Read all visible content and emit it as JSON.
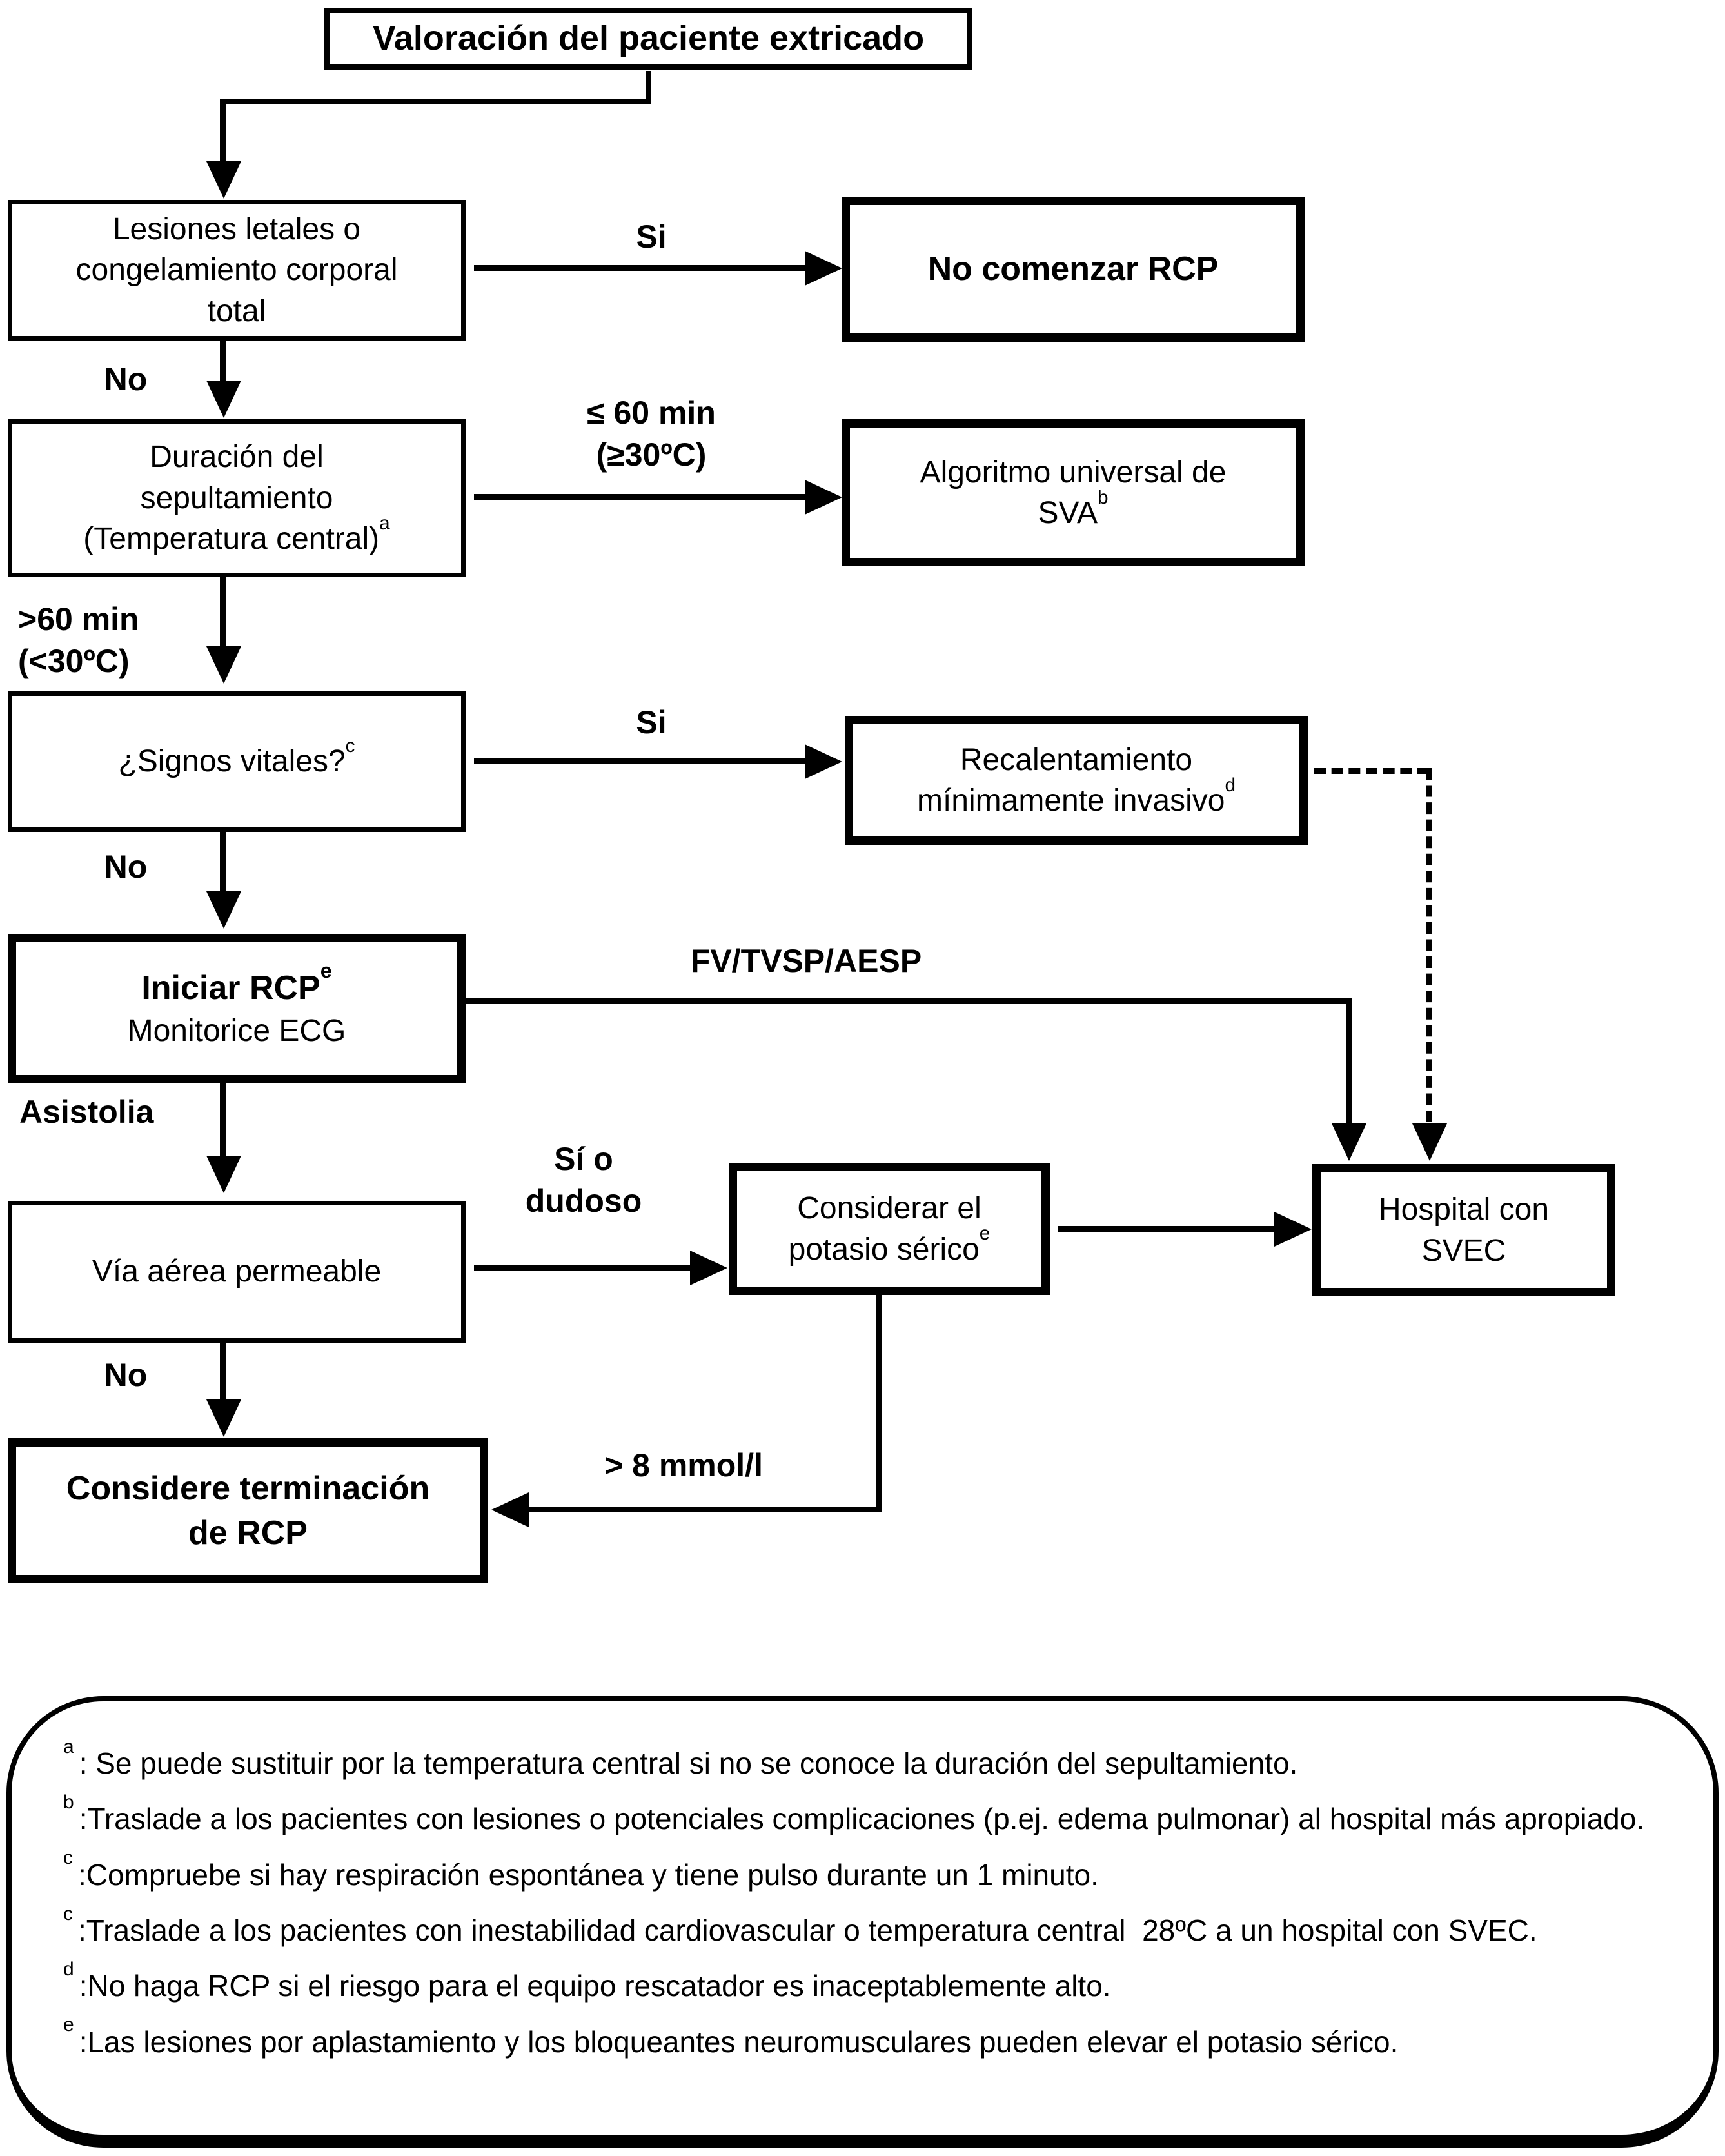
{
  "colors": {
    "ink": "#000000",
    "paper": "#ffffff"
  },
  "flow": {
    "title": {
      "text": "Valoración del paciente extricado"
    },
    "lesiones": {
      "text": "Lesiones letales o\ncongelamiento corporal\ntotal"
    },
    "no_comenzar": {
      "text": "No comenzar RCP"
    },
    "duracion": {
      "line1": "Duración del",
      "line2": "sepultamiento",
      "line3": "(Temperatura central)",
      "sup": "a"
    },
    "algoritmo": {
      "line1": "Algoritmo universal de",
      "line2": "SVA",
      "sup": "b"
    },
    "signos": {
      "text": "¿Signos vitales?",
      "sup": "c"
    },
    "recalentamiento": {
      "line1": "Recalentamiento",
      "line2": "mínimamente invasivo",
      "sup": "d"
    },
    "iniciar": {
      "line1": "Iniciar RCP",
      "sup": "e",
      "line2": "Monitorice ECG"
    },
    "via": {
      "text": "Vía aérea permeable"
    },
    "potasio": {
      "line1": "Considerar el",
      "line2": "potasio sérico",
      "sup": "e"
    },
    "hospital": {
      "text": "Hospital con\nSVEC"
    },
    "considere": {
      "text": "Considere terminación\nde RCP"
    }
  },
  "labels": {
    "si1": "Si",
    "no1": "No",
    "le60": "≤ 60 min\n(≥30ºC)",
    "gt60": ">60 min\n(<30ºC)",
    "si2": "Si",
    "no2": "No",
    "fv": "FV/TVSP/AESP",
    "asistolia": "Asistolia",
    "si_dudoso": "Sí o\ndudoso",
    "no3": "No",
    "mmol": "> 8 mmol/l"
  },
  "footnotes": [
    {
      "m": "a",
      "t": ": Se puede sustituir por la temperatura central si no se conoce la duración del sepultamiento."
    },
    {
      "m": "b",
      "t": ":Traslade a los pacientes con lesiones o potenciales complicaciones (p.ej. edema pulmonar) al hospital más apropiado."
    },
    {
      "m": "c",
      "t": ":Compruebe si hay respiración espontánea y tiene pulso durante un 1 minuto."
    },
    {
      "m": "c",
      "t": ":Traslade a los pacientes con inestabilidad cardiovascular o temperatura central  28ºC a un hospital con SVEC."
    },
    {
      "m": "d",
      "t": ":No haga RCP si el riesgo para el equipo rescatador es inaceptablemente alto."
    },
    {
      "m": "e",
      "t": ":Las lesiones por aplastamiento y los bloqueantes neuromusculares pueden elevar el potasio sérico."
    }
  ]
}
